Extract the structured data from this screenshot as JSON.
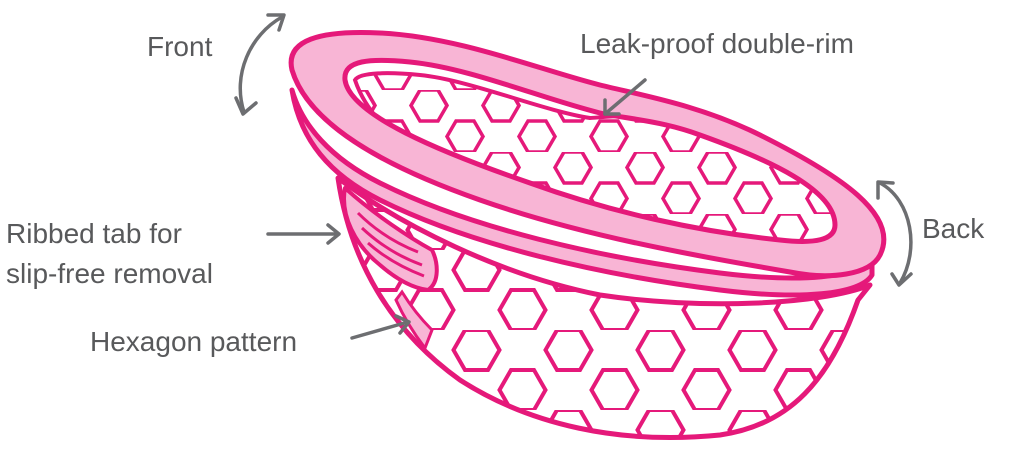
{
  "colors": {
    "outline": "#E5197A",
    "rim_fill": "#F8B5D5",
    "hex_fill": "#FFFFFF",
    "label_text": "#58595B",
    "arrow": "#6D6E71"
  },
  "labels": {
    "front": "Front",
    "rim": "Leak-proof double-rim",
    "back": "Back",
    "tab_line1": "Ribbed tab for",
    "tab_line2": "slip-free removal",
    "hexagon": "Hexagon pattern"
  },
  "icons": {
    "front_arrow": "curved-double-arrow-icon",
    "back_arrow": "curved-double-arrow-icon",
    "pointer_arrows": "straight-arrow-icon"
  }
}
